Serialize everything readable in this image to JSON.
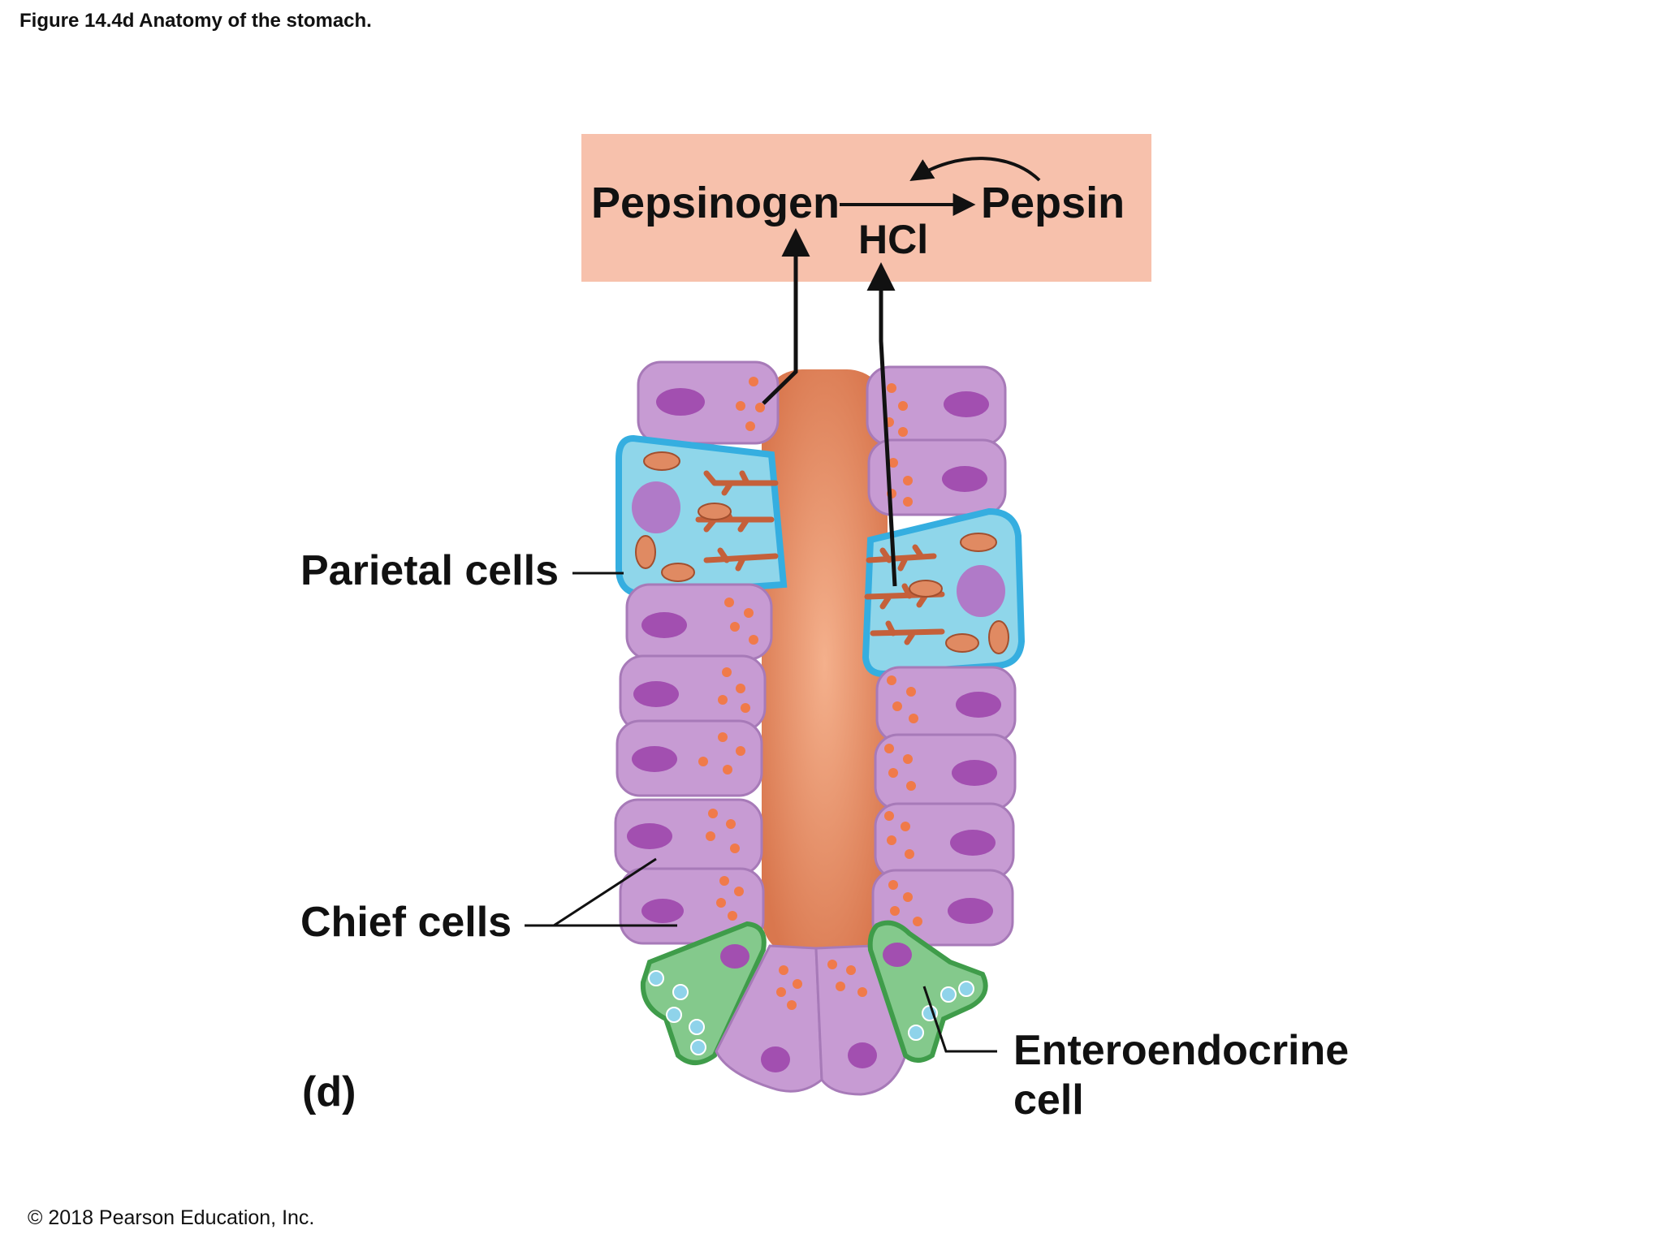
{
  "caption": "Figure 14.4d Anatomy of the stomach.",
  "copyright": "© 2018 Pearson Education, Inc.",
  "reaction": {
    "substrate": "Pepsinogen",
    "product": "Pepsin",
    "catalyst": "HCl"
  },
  "labels": {
    "parietal": "Parietal cells",
    "chief": "Chief cells",
    "entero_line1": "Enteroendocrine",
    "entero_line2": "cell",
    "panel": "(d)"
  },
  "colors": {
    "reaction_box": "#f7c1ac",
    "chief_cell": "#c79bd3",
    "chief_nucleus": "#a24fb0",
    "parietal_cell": "#8fd6ea",
    "parietal_border": "#35aee0",
    "entero_cell": "#84c98c",
    "entero_border": "#3f9c4a",
    "lumen": "#e08a62",
    "granule": "#f07a4a",
    "entero_granule": "#8fd3ea"
  }
}
